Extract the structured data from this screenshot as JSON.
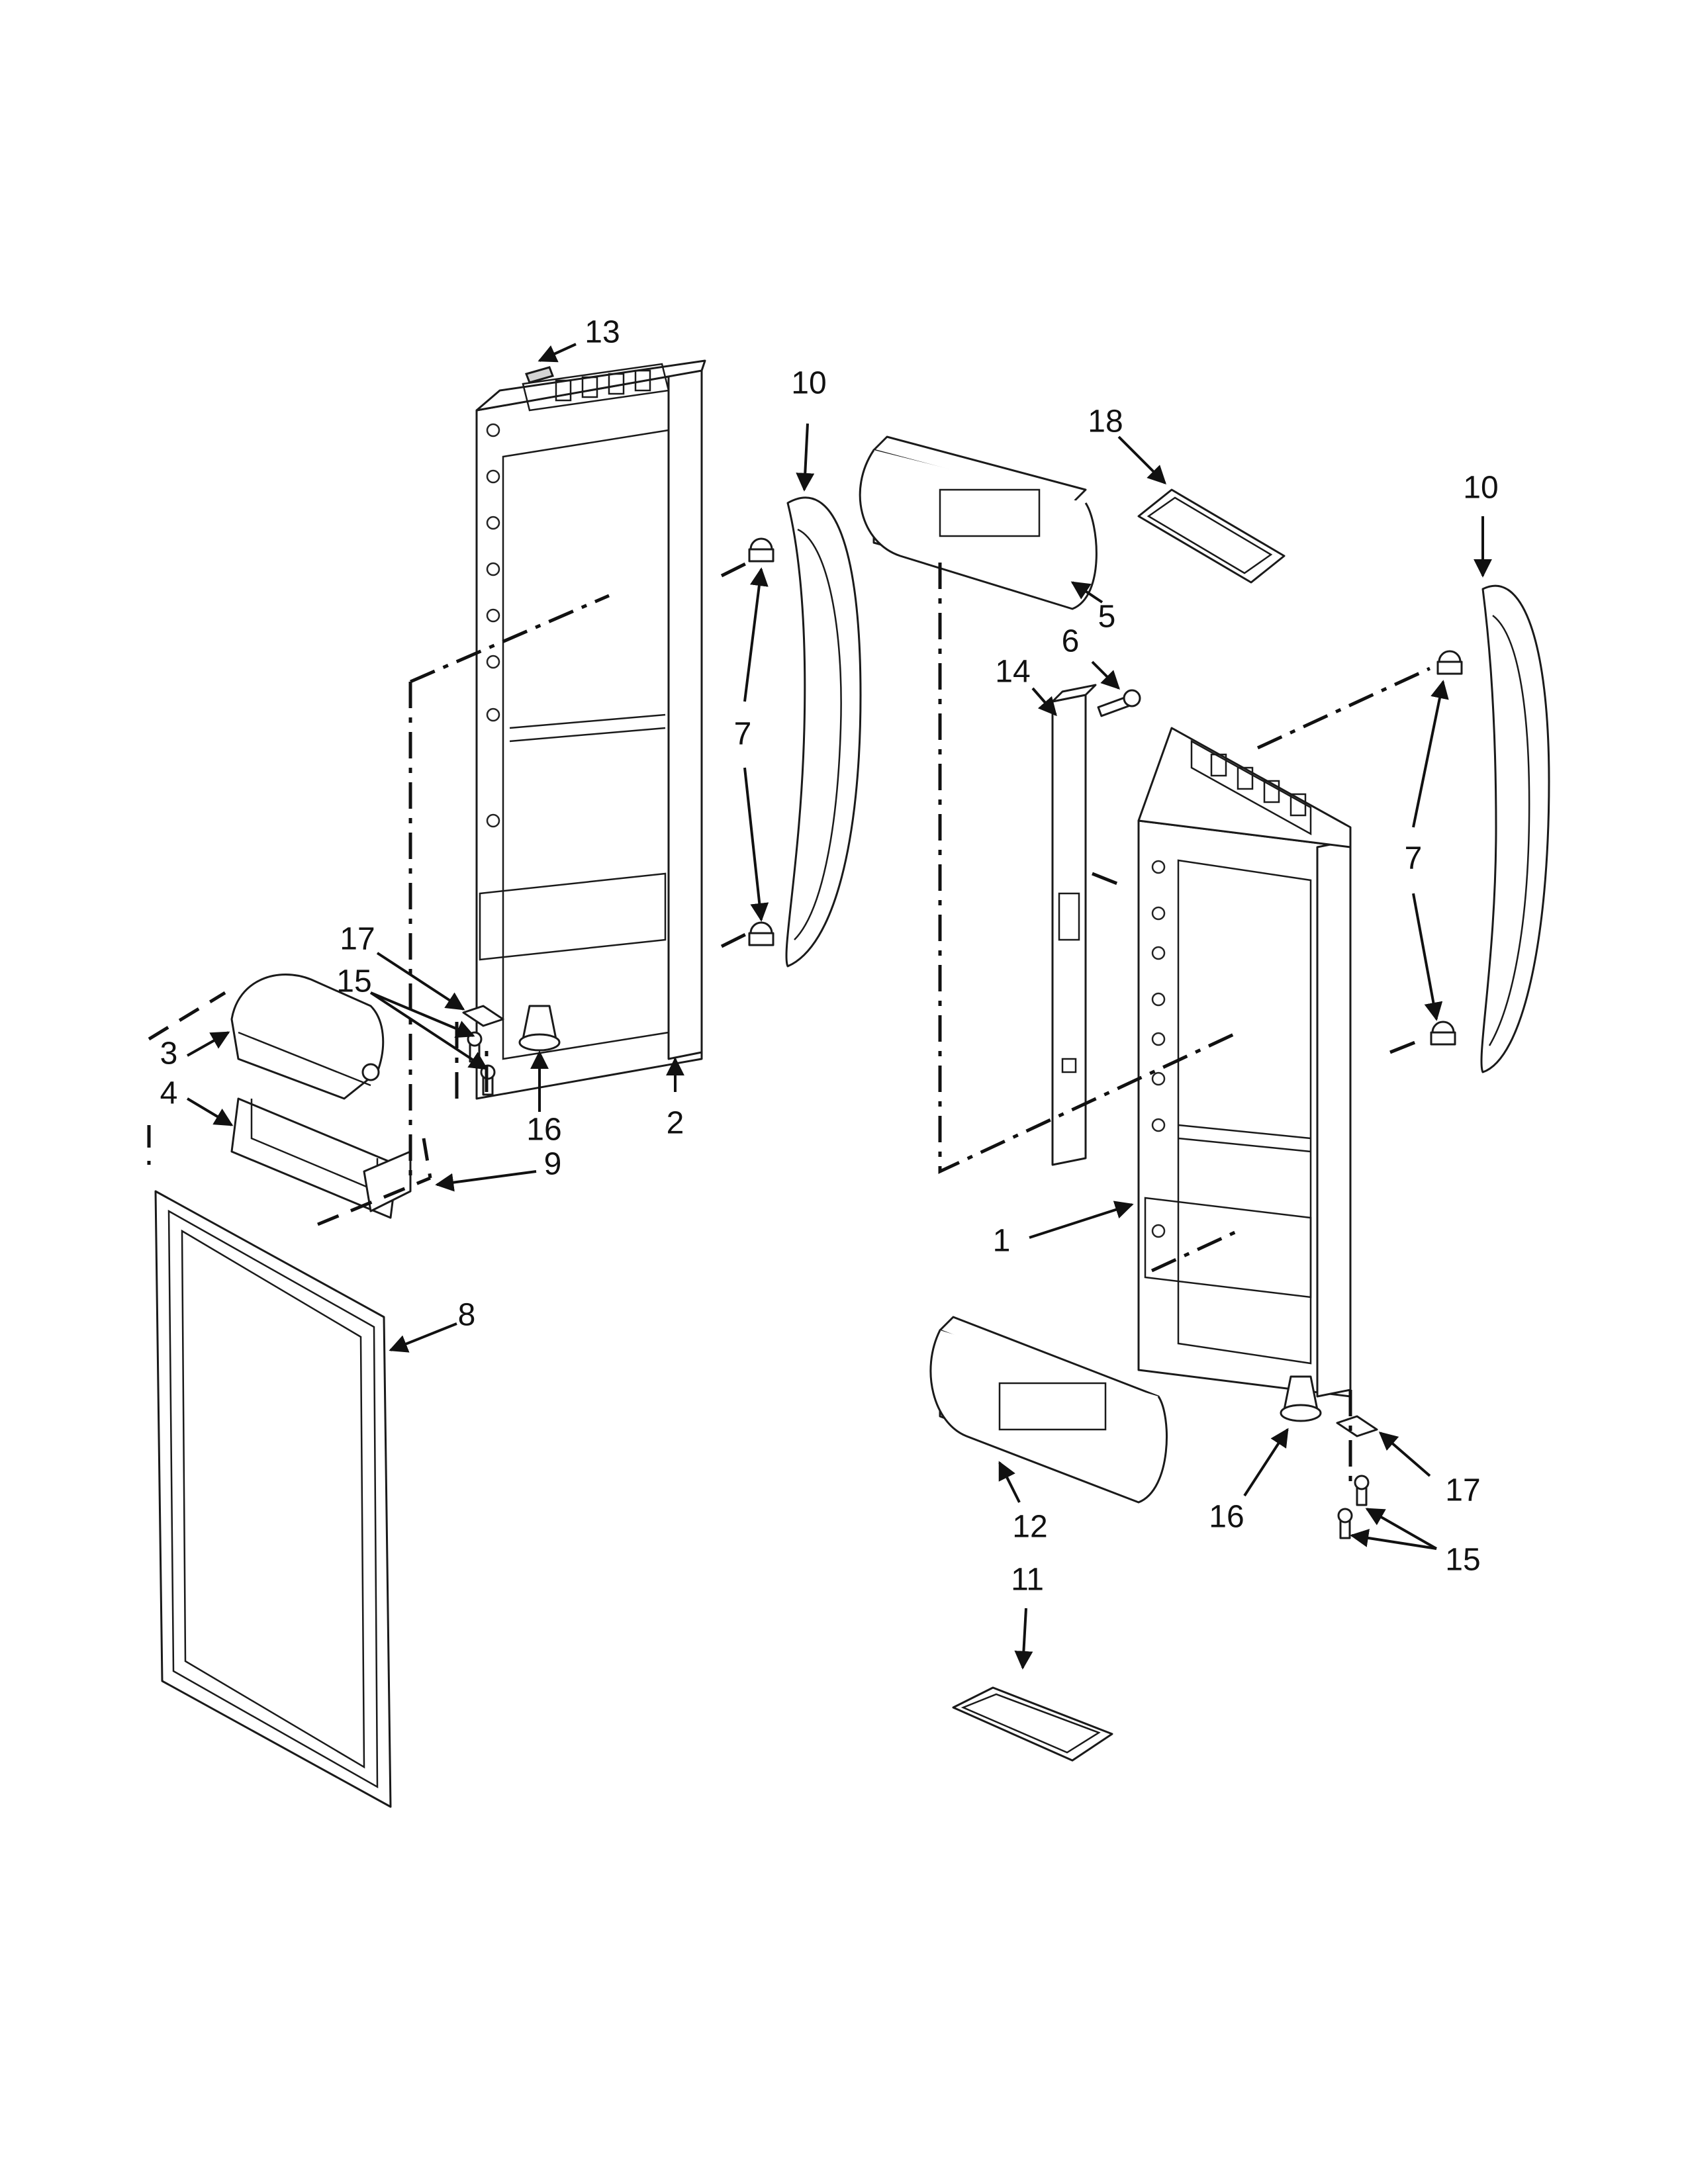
{
  "callouts": {
    "c13": "13",
    "c10_left": "10",
    "c18": "18",
    "c10_right": "10",
    "c5": "5",
    "c6": "6",
    "c14": "14",
    "c7_left": "7",
    "c7_right": "7",
    "c17_left": "17",
    "c15_left": "15",
    "c3": "3",
    "c4": "4",
    "c16_left": "16",
    "c2": "2",
    "c9": "9",
    "c1": "1",
    "c8": "8",
    "c12": "12",
    "c16_right": "16",
    "c17_right": "17",
    "c15_right": "15",
    "c11": "11"
  },
  "colors": {
    "line": "#1a1a1a",
    "background": "#ffffff",
    "shade": "#d4d4d4"
  }
}
